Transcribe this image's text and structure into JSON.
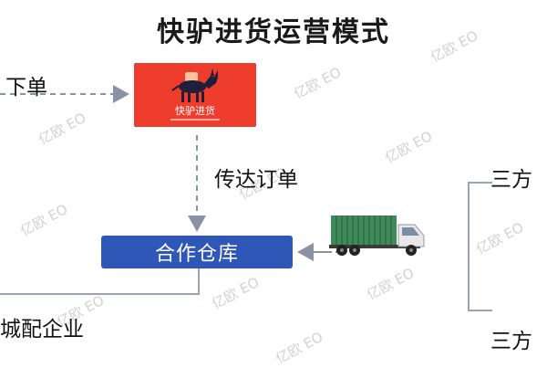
{
  "title": "快驴进货运营模式",
  "labels": {
    "order": "下单",
    "transmit": "传达订单",
    "third_party_top": "三方",
    "third_party_bottom": "三方",
    "city_delivery": "城配企业"
  },
  "logo": {
    "text": "快驴进货"
  },
  "nodes": {
    "warehouse": "合作仓库"
  },
  "watermark": "亿欧 EO"
}
